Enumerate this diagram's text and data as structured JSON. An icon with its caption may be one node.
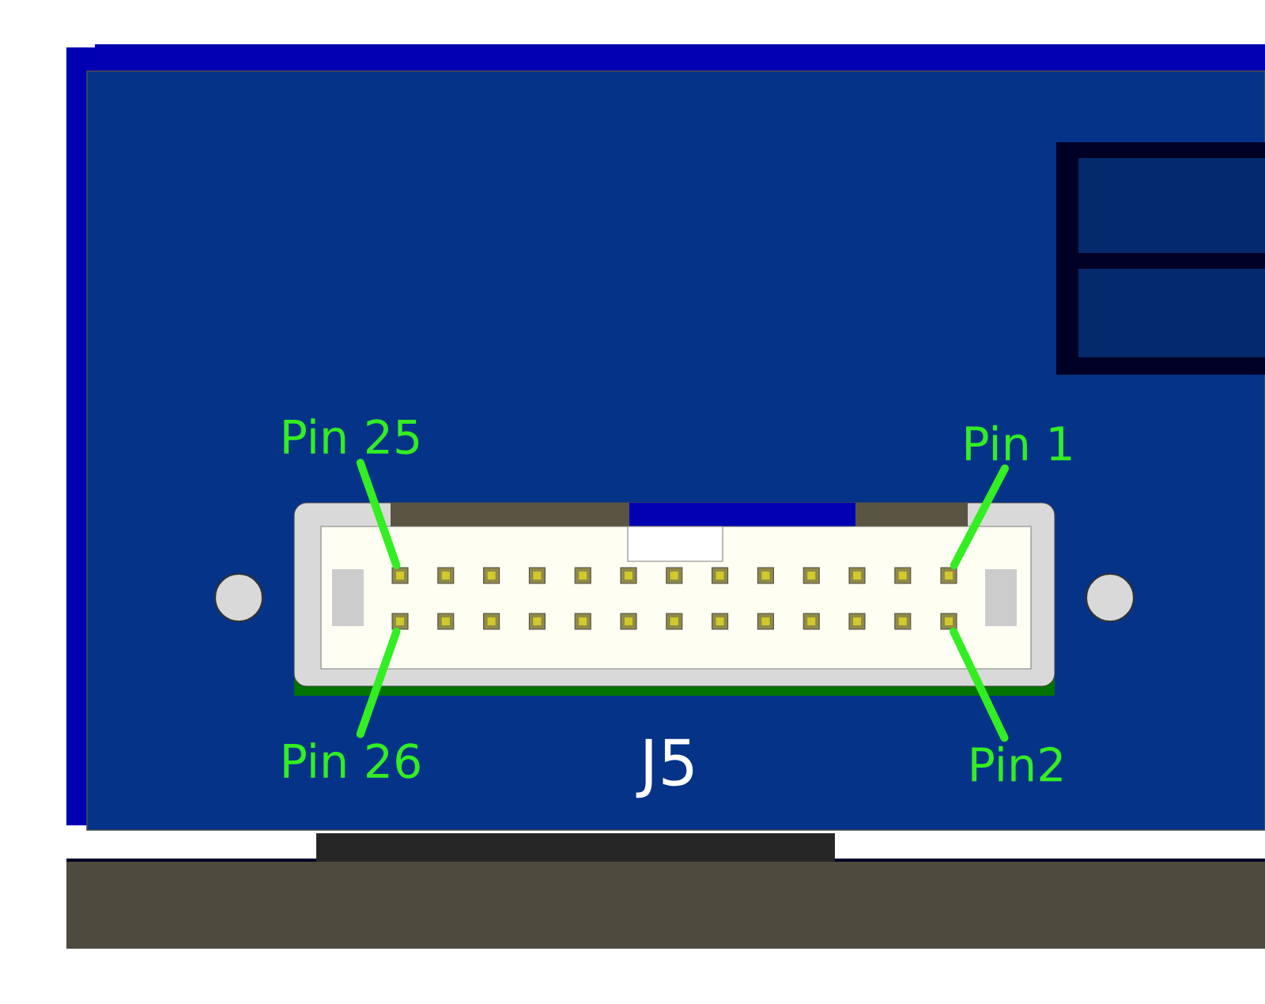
{
  "diagram": {
    "nodes": [
      {
        "text": [
          "Pin 25"
        ]
      },
      {
        "text": [
          "Pin 1"
        ]
      },
      {
        "text": [
          "Pin 26"
        ]
      },
      {
        "text": [
          "Pin2"
        ]
      },
      {
        "text": [],
        "shape": "box"
      },
      {
        "text": [],
        "shape": "box"
      },
      {
        "text": [],
        "shape": "box"
      },
      {
        "text": [],
        "shape": "box"
      }
    ],
    "edges": [
      {
        "from": 0,
        "to": 4,
        "arrow": "none"
      },
      {
        "from": 1,
        "to": 5,
        "arrow": "none"
      },
      {
        "from": 2,
        "to": 6,
        "arrow": "none"
      },
      {
        "from": 3,
        "to": 7,
        "arrow": "none"
      }
    ],
    "labels": [
      "J5"
    ]
  }
}
